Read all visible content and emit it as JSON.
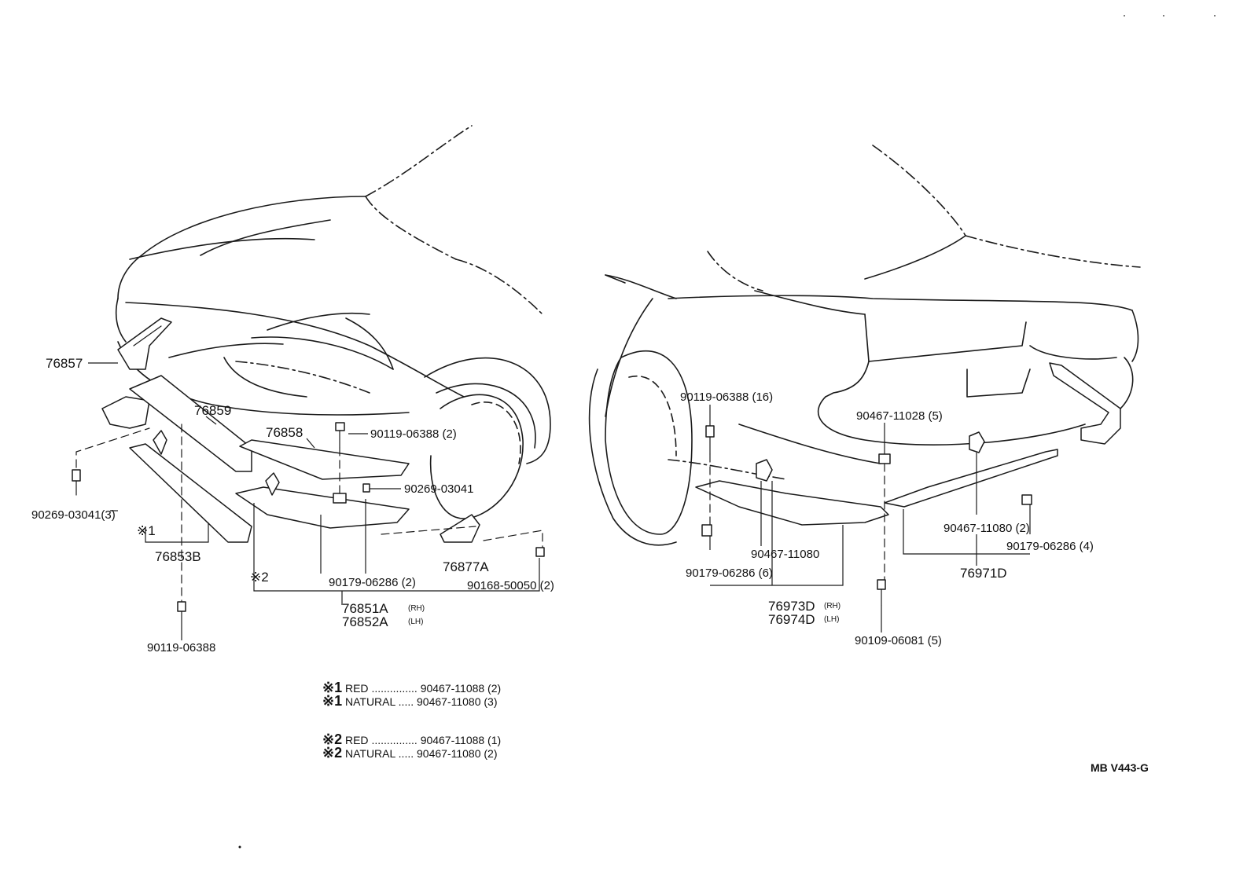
{
  "parts": {
    "p76857": "76857",
    "p76859": "76859",
    "p76858": "76858",
    "p90119_06388_2": "90119-06388 (2)",
    "p90269_03041": "90269-03041",
    "p90269_03041_3": "90269-03041(3)",
    "mark1": "※1",
    "p76853B": "76853B",
    "mark2": "※2",
    "p90179_06286_2": "90179-06286 (2)",
    "p76877A": "76877A",
    "p90168_50050_2": "90168-50050 (2)",
    "p76851A": "76851A",
    "p76852A": "76852A",
    "rh": "(RH)",
    "lh": "(LH)",
    "p90119_06388": "90119-06388",
    "p90119_06388_16": "90119-06388 (16)",
    "p90467_11028_5": "90467-11028 (5)",
    "p90467_11080_2": "90467-11080 (2)",
    "p90179_06286_4": "90179-06286 (4)",
    "p76971D": "76971D",
    "p90467_11080": "90467-11080",
    "p90179_06286_6": "90179-06286 (6)",
    "p76973D": "76973D",
    "p76974D": "76974D",
    "p90109_06081_5": "90109-06081 (5)"
  },
  "legend": [
    {
      "mark": "※1",
      "color": "RED",
      "dots": "...............",
      "part": "90467-11088 (2)"
    },
    {
      "mark": "※1",
      "color": "NATURAL",
      "dots": ".....",
      "part": "90467-11080 (3)"
    },
    {
      "mark": "※2",
      "color": "RED",
      "dots": "...............",
      "part": "90467-11088 (1)"
    },
    {
      "mark": "※2",
      "color": "NATURAL",
      "dots": ".....",
      "part": "90467-11080 (2)"
    }
  ],
  "ref_code": "MB V443-G"
}
